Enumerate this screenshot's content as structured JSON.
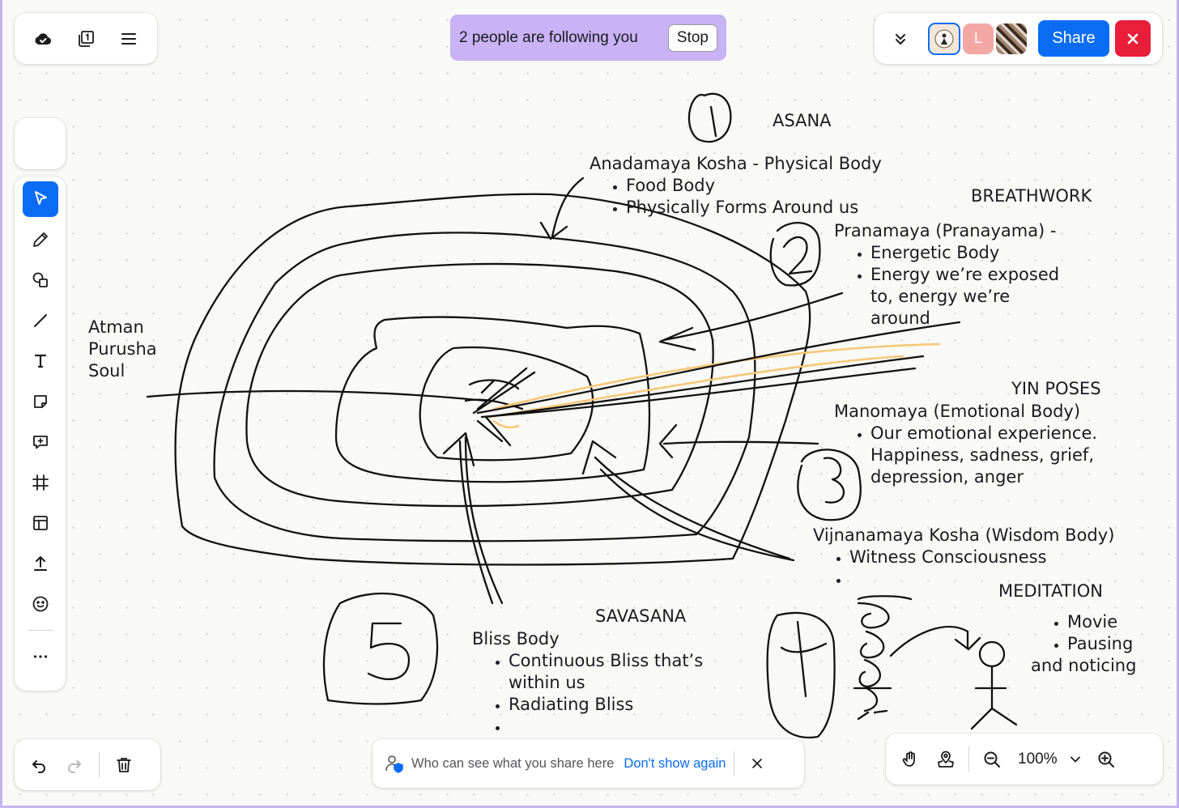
{
  "follow_banner": {
    "text": "2 people are following you",
    "stop_label": "Stop"
  },
  "avatars": [
    {
      "kind": "logo"
    },
    {
      "letter": "L",
      "color": "#f4a8a6"
    },
    {
      "kind": "photo"
    }
  ],
  "share_label": "Share",
  "toast": {
    "text": "Who can see what you share here",
    "link": "Don't show again"
  },
  "zoom": {
    "level": "100%"
  },
  "canvas": {
    "asana_title": "ASANA",
    "kosha1": {
      "title": "Anadamaya Kosha - Physical Body",
      "bullets": [
        "Food Body",
        "Physically Forms Around us"
      ]
    },
    "breathwork_title": "BREATHWORK",
    "kosha2": {
      "title": "Pranamaya (Pranayama) -",
      "bullets": [
        "Energetic Body",
        "Energy we’re exposed",
        "to, energy we’re",
        "around"
      ]
    },
    "atman_lines": [
      "Atman",
      "Purusha",
      "Soul"
    ],
    "yin_title": "YIN POSES",
    "kosha3": {
      "title": "Manomaya (Emotional Body)",
      "bullets": [
        "Our emotional experience.",
        "Happiness, sadness, grief,",
        "depression, anger"
      ]
    },
    "kosha4": {
      "title": "Vijnanamaya Kosha (Wisdom Body)",
      "bullets": [
        "Witness Consciousness",
        ""
      ]
    },
    "meditation_title": "MEDITATION",
    "meditation_bullets": [
      "Movie",
      "Pausing"
    ],
    "meditation_tail": "and noticing",
    "savasana_title": "SAVASANA",
    "kosha5": {
      "title": "Bliss Body",
      "bullets": [
        "Continuous Bliss that’s",
        "within us",
        "Radiating Bliss",
        ""
      ]
    }
  },
  "icons": {
    "top_left": [
      "cloud-check-icon",
      "pages-icon",
      "menu-icon"
    ],
    "toolbar": [
      "select-icon",
      "pencil-icon",
      "shapes-icon",
      "line-icon",
      "text-icon",
      "sticky-note-icon",
      "comment-icon",
      "frame-icon",
      "template-icon",
      "upload-icon",
      "emoji-icon",
      "more-icon"
    ],
    "bottom_left": [
      "undo-icon",
      "redo-icon",
      "trash-icon"
    ],
    "bottom_right": [
      "hand-icon",
      "follow-location-icon",
      "zoom-out-icon",
      "chevron-down-icon",
      "zoom-in-icon"
    ]
  },
  "colors": {
    "accent": "#0a6cf5",
    "danger": "#e81e3a",
    "follow_banner": "#c9b2f5",
    "ink": "#111111",
    "highlighter": "#f7c877"
  }
}
